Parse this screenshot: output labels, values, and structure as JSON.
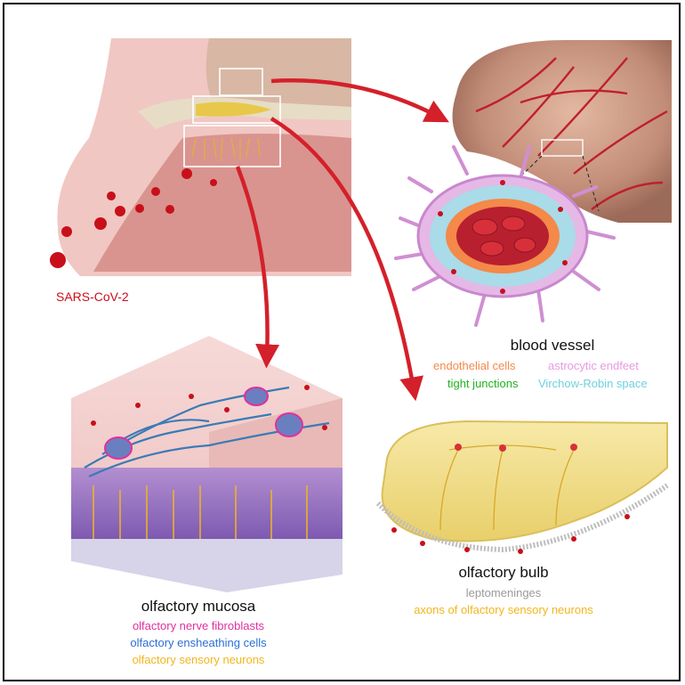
{
  "virus_label": "SARS-CoV-2",
  "panels": {
    "blood_vessel": {
      "title": "blood vessel",
      "items": [
        {
          "text": "endothelial cells",
          "color": "#f4894a"
        },
        {
          "text": "astrocytic endfeet",
          "color": "#e79ae0"
        },
        {
          "text": "tight junctions",
          "color": "#1fb21f"
        },
        {
          "text": "Virchow-Robin space",
          "color": "#6fd0df"
        }
      ]
    },
    "olfactory_mucosa": {
      "title": "olfactory mucosa",
      "items": [
        {
          "text": "olfactory nerve fibroblasts",
          "color": "#e0309e"
        },
        {
          "text": "olfactory ensheathing cells",
          "color": "#2a6fd6"
        },
        {
          "text": "olfactory sensory neurons",
          "color": "#f2b61c"
        }
      ]
    },
    "olfactory_bulb": {
      "title": "olfactory bulb",
      "items": [
        {
          "text": "leptomeninges",
          "color": "#9a9a9a"
        },
        {
          "text": "axons of olfactory sensory neurons",
          "color": "#f2b61c"
        }
      ]
    }
  },
  "colors": {
    "arrow": "#d4202a",
    "virus": "#c8101a"
  }
}
